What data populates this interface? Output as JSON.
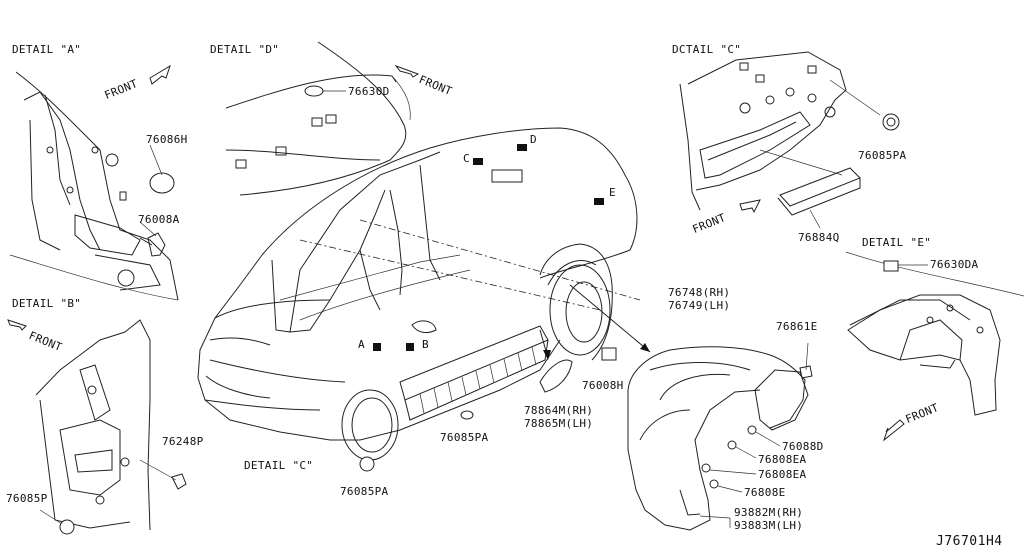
{
  "details": {
    "a": "DETAIL \"A\"",
    "b": "DETAIL \"B\"",
    "c_small": "DETAIL \"C\"",
    "c_top": "DCTAIL \"C\"",
    "d": "DETAIL \"D\"",
    "e": "DETAIL \"E\""
  },
  "front_label": "FRONT",
  "markers": {
    "a": "A",
    "b": "B",
    "c": "C",
    "d": "D",
    "e": "E"
  },
  "parts": {
    "p76086H": "76086H",
    "p76008A": "76008A",
    "p76630D": "76630D",
    "p76085PA_top": "76085PA",
    "p76884Q": "76884Q",
    "p76630DA": "76630DA",
    "p76248P": "76248P",
    "p76085P": "76085P",
    "p76085PA_center": "76085PA",
    "p76085PA_bottom": "76085PA",
    "p76008H": "76008H",
    "p78864M": "78864M(RH)",
    "p78865M": "78865M(LH)",
    "p76748": "76748(RH)",
    "p76749": "76749(LH)",
    "p76861E": "76861E",
    "p76088D": "76088D",
    "p76808EA_1": "76808EA",
    "p76808EA_2": "76808EA",
    "p76808E": "76808E",
    "p93882M": "93882M(RH)",
    "p93883M": "93883M(LH)"
  },
  "diagram_ref": "J76701H4"
}
